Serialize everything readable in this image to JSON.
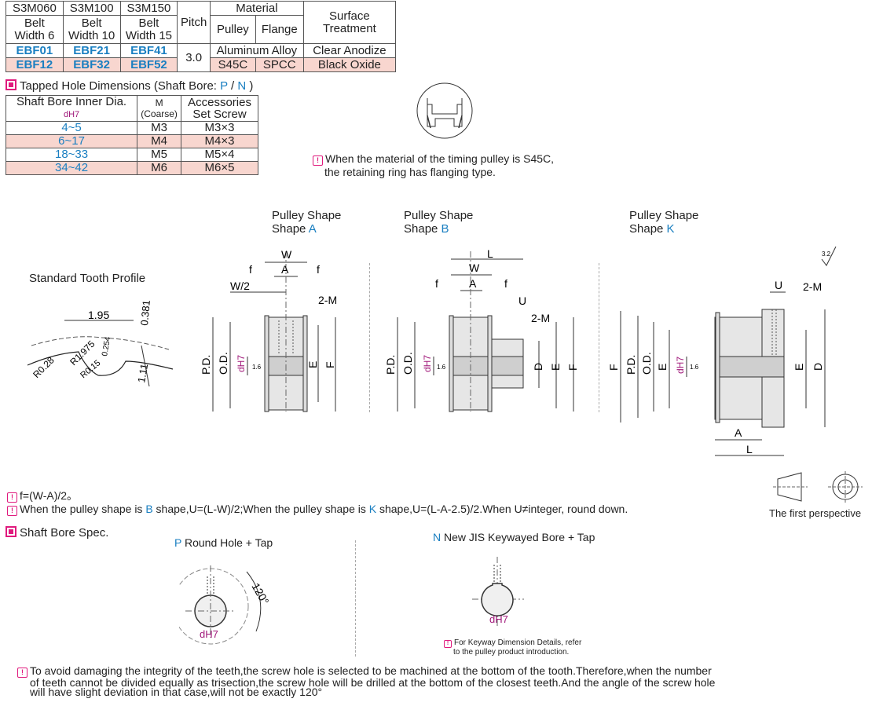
{
  "spec_table": {
    "top_headers": [
      "S3M060",
      "S3M100",
      "S3M150",
      "Pitch",
      "Material",
      "Surface Treatment"
    ],
    "widths": [
      "Belt Width 6",
      "Belt Width 10",
      "Belt Width 15"
    ],
    "material_sub": [
      "Pulley",
      "Flange"
    ],
    "rows": [
      {
        "p1": "EBF01",
        "p2": "EBF21",
        "p3": "EBF41",
        "material": "Aluminum Alloy",
        "treatment": "Clear Anodize"
      },
      {
        "p1": "EBF12",
        "p2": "EBF32",
        "p3": "EBF52",
        "pulley": "S45C",
        "flange": "SPCC",
        "treatment": "Black Oxide"
      }
    ],
    "pitch": "3.0"
  },
  "tapped": {
    "title_pre": "Tapped Hole Dimensions (Shaft Bore: ",
    "P": "P",
    "slash": " / ",
    "N": "N",
    "title_post": " )",
    "h1": "Shaft Bore Inner Dia.",
    "h1sub": "dH7",
    "h2": "M",
    "h2sub": "(Coarse)",
    "h3": "Accessories",
    "h3sub": "Set Screw",
    "rows": [
      {
        "dia": "4~5",
        "m": "M3",
        "s": "M3×3"
      },
      {
        "dia": "6~17",
        "m": "M4",
        "s": "M4×3"
      },
      {
        "dia": "18~33",
        "m": "M5",
        "s": "M5×4"
      },
      {
        "dia": "34~42",
        "m": "M6",
        "s": "M6×5"
      }
    ]
  },
  "flange_note": {
    "l1": "When the material of the timing pulley is S45C,",
    "l2": "the retaining ring has flanging type."
  },
  "tooth": {
    "title": "Standard Tooth Profile",
    "d1": "1.95",
    "d2": "0.381",
    "r1": "R1.975",
    "r2": "R0.28",
    "r3": "R0.15",
    "d3": "0.254",
    "d4": "1.11"
  },
  "shapes": [
    {
      "l1": "Pulley Shape",
      "l2": "Shape ",
      "letter": "A"
    },
    {
      "l1": "Pulley Shape",
      "l2": "Shape ",
      "letter": "B"
    },
    {
      "l1": "Pulley Shape",
      "l2": "Shape ",
      "letter": "K"
    }
  ],
  "dims": {
    "W": "W",
    "A": "A",
    "f": "f",
    "W2": "W/2",
    "M": "2-M",
    "PD": "P.D.",
    "OD": "O.D.",
    "E": "E",
    "F": "F",
    "D": "D",
    "L": "L",
    "U": "U",
    "d": "dH7",
    "r": "1.6",
    "rough": "3.2"
  },
  "notes": {
    "n1": "f=(W-A)/2。",
    "n2a": "When the pulley shape is ",
    "n2b": "B",
    "n2c": " shape,U=(L-W)/2;When the pulley shape is ",
    "n2d": "K",
    "n2e": " shape,U=(L-A-2.5)/2.When U≠integer, round down."
  },
  "perspective": "The first perspective",
  "bore": {
    "title": "Shaft Bore Spec.",
    "p_letter": "P",
    "p_text": " Round Hole + Tap",
    "n_letter": "N",
    "n_text": " New JIS Keywayed Bore + Tap",
    "angle": "120°",
    "d": "dH7",
    "keyway_note1": "For Keyway Dimension Details, refer",
    "keyway_note2": "to the pulley product introduction."
  },
  "bottom_note": {
    "l1": "To avoid damaging the integrity of the teeth,the screw hole is selected to be machined at the bottom of the tooth.Therefore,when the number",
    "l2": "of teeth cannot be divided equally as trisection,the screw hole will be drilled at the bottom of the closest teeth.And the angle of the screw hole",
    "l3": "will have slight deviation in that case,will not be exactly 120°"
  }
}
